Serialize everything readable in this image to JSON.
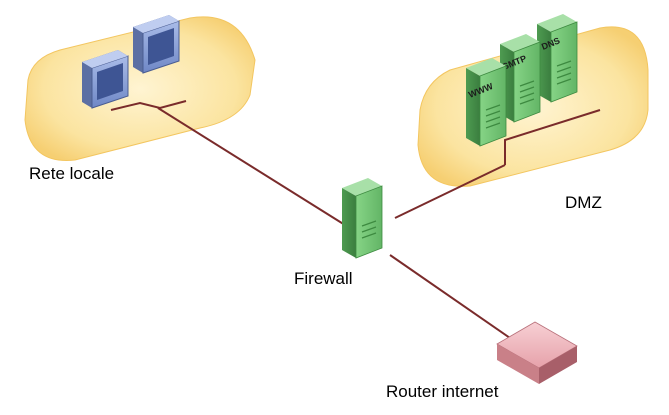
{
  "labels": {
    "lan": "Rete locale",
    "dmz": "DMZ",
    "firewall": "Firewall",
    "router": "Router internet"
  },
  "servers": {
    "www": "WWW",
    "smtp": "SMTP",
    "dns": "DNS"
  },
  "colors": {
    "zone_fill": "#FBE6A6",
    "zone_edge": "#F3C660",
    "link": "#7A2B2B",
    "server_green": "#79C97A",
    "server_dark": "#4E9B51",
    "monitor_blue": "#8EA4D8",
    "router_red": "#E7A8AE"
  }
}
